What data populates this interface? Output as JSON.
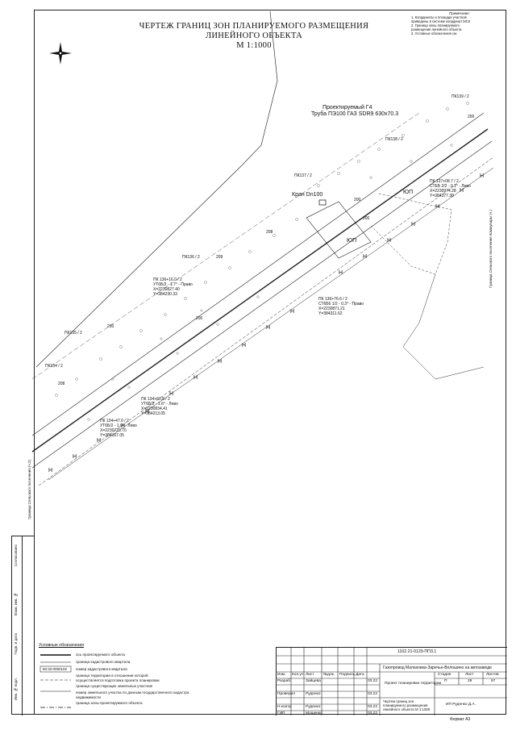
{
  "title": {
    "line1": "ЧЕРТЕЖ ГРАНИЦ ЗОН ПЛАНИРУЕМОГО РАЗМЕЩЕНИЯ ЛИНЕЙНОГО ОБЪЕКТА",
    "line2": "М 1:1000"
  },
  "note": {
    "heading": "Примечание:",
    "lines": [
      "1. Координаты и площади участков",
      "приведены в системе координат МСК",
      "2. Граница зоны планируемого",
      "размещения линейного объекта",
      "3. Условные обозначения см."
    ]
  },
  "pipe_label": {
    "line1": "Проектируемый Г4",
    "line2": "Труба ПЭ100 ГАЗ SDR9 630х70.3"
  },
  "kran_label": "Кран Dn100",
  "points": [
    {
      "id": "pk137",
      "lines": [
        "ПК 137+08.7 / 2",
        "СТЕБ 2/2 - 0.1° - Лево",
        "X=2230974.28",
        "Y=384377.38"
      ]
    },
    {
      "id": "pk136a",
      "lines": [
        "ПК 136+16.0 / 2",
        "УТ6Б/2 - 1.7° - Право",
        "X=2230827.40",
        "Y=384230.33"
      ]
    },
    {
      "id": "pk136b",
      "lines": [
        "ПК 136+76.6 / 2",
        "СТ6Б6 1/2 - 0.3° - Право",
        "X=2230871.21",
        "Y=384311.62"
      ]
    },
    {
      "id": "pk134a",
      "lines": [
        "ПК 134+60.8 / 2",
        "УТ6Б/2 - 1.6° - Лево",
        "X=2230834.41",
        "Y=384213.05"
      ]
    },
    {
      "id": "pk134b",
      "lines": [
        "ПК 134+47.0 / 2",
        "УТ6Б/2 - 1.0° - Лево",
        "X=2230723.70",
        "Y=384167.05"
      ]
    }
  ],
  "pk_marks": [
    "ПК138 / 2",
    "ПК137 / 2",
    "ПК136 / 2",
    "ПК135 / 2",
    "ПК134 / 2",
    "ПК139 / 2"
  ],
  "elevations": [
    "200",
    "200",
    "208",
    "209",
    "200",
    "200",
    "208",
    "200"
  ],
  "vertical_right": "Граница Сельского поселения Коммунары (ч.)",
  "vertical_left": "Граница Сельского поселения (ч.2)",
  "legend": {
    "title": "Условные обозначения",
    "items": [
      {
        "sym": "",
        "text": "ось проектируемого объекта"
      },
      {
        "sym": "",
        "text": "граница кадастрового квартала"
      },
      {
        "sym": "50:32:0050102",
        "text": "номер кадастрового квартала"
      },
      {
        "sym": "",
        "text": "граница территории в отношении которой"
      },
      {
        "sym": "",
        "text": "осуществляется подготовка проекта планировки"
      },
      {
        "sym": "",
        "text": "граница существующих земельных участков"
      },
      {
        "sym": "",
        "text": "номер земельного участка по данным государственного кадастра"
      },
      {
        "sym": "",
        "text": "недвижимости"
      },
      {
        "sym": "",
        "text": "граница зоны проектируемого объекта"
      }
    ]
  },
  "stamp": {
    "code": "1102.21-0129-ППЗ.1",
    "object": "Газопровод Малаховка-Заречье-Волошино на автозаводе",
    "section": "Проект планировки территории",
    "stage_h": "Стадия",
    "sheet_h": "Лист",
    "sheets_h": "Листов",
    "stage": "П",
    "sheet": "28",
    "sheets": "57",
    "drawing": "Чертеж границ зон планируемого размещения линейного объекта М 1:1000",
    "org": "ИП Руденко Д.А.",
    "cols": [
      "Изм.",
      "Кол.уч.",
      "Лист",
      "№док.",
      "Подпись",
      "Дата"
    ],
    "rows": [
      {
        "role": "Разраб.",
        "name": "Зайцева",
        "date": "03.22"
      },
      {
        "role": "Проверил",
        "name": "Руденко",
        "date": "03.22"
      },
      {
        "role": "Н.контр.",
        "name": "Руденко",
        "date": "03.22"
      },
      {
        "role": "ГИП",
        "name": "Мощенко",
        "date": "03.22"
      }
    ],
    "format": "Формат А3"
  },
  "side": [
    "Согласовано",
    "Взам. инв. №",
    "Подп. и дата",
    "Инв. № подл."
  ]
}
